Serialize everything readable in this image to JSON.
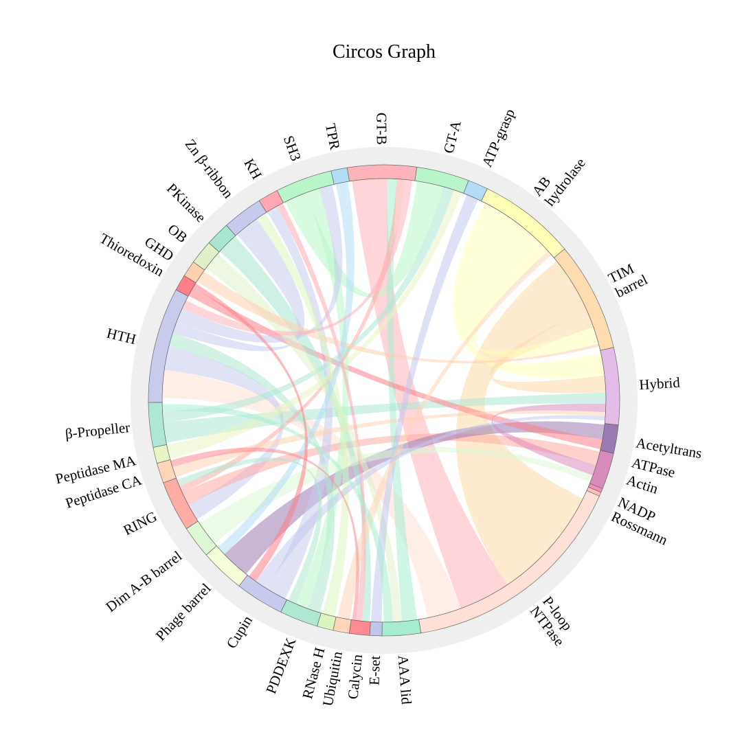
{
  "chart_data": {
    "type": "chord",
    "title": "Circos Graph",
    "segments": [
      {
        "name": "GT-B",
        "start": -9.0,
        "end": 8.0,
        "color": "#ffb3ba"
      },
      {
        "name": "GT-A",
        "start": 8.0,
        "end": 21.0,
        "color": "#b8f5c8"
      },
      {
        "name": "ATP-grasp",
        "start": 21.0,
        "end": 26.0,
        "color": "#b3dcf7"
      },
      {
        "name": "AB hydrolase",
        "start": 26.0,
        "end": 50.0,
        "color": "#ffffb8"
      },
      {
        "name": "TIM barrel",
        "start": 50.0,
        "end": 77.0,
        "color": "#ffdcb0"
      },
      {
        "name": "Hybrid",
        "start": 77.0,
        "end": 96.0,
        "color": "#e4bce8"
      },
      {
        "name": "Acetyltrans",
        "start": 96.0,
        "end": 103.0,
        "color": "#9a7ab0"
      },
      {
        "name": "ATPase",
        "start": 103.0,
        "end": 112.0,
        "color": "#d88cbc"
      },
      {
        "name": "Actin",
        "start": 112.0,
        "end": 113.0,
        "color": "#f08fb8"
      },
      {
        "name": "NADP Rossmann",
        "start": 113.0,
        "end": 114.0,
        "color": "#ffc0c0"
      },
      {
        "name": "P-loop NTPase",
        "start": 114.0,
        "end": 171.0,
        "color": "#ffe0d6"
      },
      {
        "name": "AAA lid",
        "start": 171.0,
        "end": 180.5,
        "color": "#a8ecd0"
      },
      {
        "name": "E-set",
        "start": 180.5,
        "end": 183.5,
        "color": "#c2c6ec"
      },
      {
        "name": "Calycin",
        "start": 183.5,
        "end": 188.5,
        "color": "#ff8a94"
      },
      {
        "name": "Ubiquitin",
        "start": 188.5,
        "end": 192.5,
        "color": "#ffd6b8"
      },
      {
        "name": "RNase H",
        "start": 192.5,
        "end": 196.5,
        "color": "#dcf5c0"
      },
      {
        "name": "PDDEXK",
        "start": 196.5,
        "end": 206.0,
        "color": "#aee8d0"
      },
      {
        "name": "Cupin",
        "start": 206.0,
        "end": 218.0,
        "color": "#c6cbee"
      },
      {
        "name": "Phage barrel",
        "start": 218.0,
        "end": 229.0,
        "color": "#f4fcd8"
      },
      {
        "name": "Dim A-B barrel",
        "start": 229.0,
        "end": 237.0,
        "color": "#dcf8d4"
      },
      {
        "name": "RING",
        "start": 237.0,
        "end": 249.5,
        "color": "#ffaca4"
      },
      {
        "name": "Peptidase CA",
        "start": 249.5,
        "end": 254.5,
        "color": "#ffd4b8"
      },
      {
        "name": "Peptidase MA",
        "start": 254.5,
        "end": 258.5,
        "color": "#e8f4c4"
      },
      {
        "name": "β-Propeller",
        "start": 258.5,
        "end": 269.5,
        "color": "#aee8d4"
      },
      {
        "name": "HTH",
        "start": 269.5,
        "end": 298.0,
        "color": "#c8cbec"
      },
      {
        "name": "Thioredoxin",
        "start": 298.0,
        "end": 302.0,
        "color": "#ff7f88"
      },
      {
        "name": "GHD",
        "start": 302.0,
        "end": 306.0,
        "color": "#ffd0b0"
      },
      {
        "name": "OB",
        "start": 306.0,
        "end": 312.0,
        "color": "#e0f0c8"
      },
      {
        "name": "PKinase",
        "start": 312.0,
        "end": 318.0,
        "color": "#a8e6d0"
      },
      {
        "name": "Zn β-ribbon",
        "start": 318.0,
        "end": 328.0,
        "color": "#c6cbee"
      },
      {
        "name": "KH",
        "start": 328.0,
        "end": 333.0,
        "color": "#ffa8b4"
      },
      {
        "name": "SH3",
        "start": 333.0,
        "end": 347.0,
        "color": "#b8f5c8"
      },
      {
        "name": "TPR",
        "start": 347.0,
        "end": 351.0,
        "color": "#b3dcf7"
      }
    ],
    "links": [
      {
        "source": "TIM barrel",
        "target": "P-loop NTPase",
        "weight": 20,
        "color": "#fbd8a8"
      },
      {
        "source": "GT-B",
        "target": "P-loop NTPase",
        "weight": 9,
        "color": "#ffb3ba"
      },
      {
        "source": "AB hydrolase",
        "target": "Hybrid",
        "weight": 8,
        "color": "#ffffb8"
      },
      {
        "source": "TIM barrel",
        "target": "Hybrid",
        "weight": 6,
        "color": "#fbd8a8"
      },
      {
        "source": "AB hydrolase",
        "target": "TIM barrel",
        "weight": 6,
        "color": "#ffffb8"
      },
      {
        "source": "P-loop NTPase",
        "target": "HTH",
        "weight": 6,
        "color": "#ffe0d6"
      },
      {
        "source": "HTH",
        "target": "RING",
        "weight": 5,
        "color": "#c6cbee"
      },
      {
        "source": "GT-A",
        "target": "SH3",
        "weight": 5,
        "color": "#b8f5c8"
      },
      {
        "source": "β-Propeller",
        "target": "Hybrid",
        "weight": 4,
        "color": "#aee8d4"
      },
      {
        "source": "RING",
        "target": "ATPase",
        "weight": 4,
        "color": "#ffaca4"
      },
      {
        "source": "Acetyltrans",
        "target": "Phage barrel",
        "weight": 3,
        "color": "#9a7ab0"
      },
      {
        "source": "ATPase",
        "target": "Hybrid",
        "weight": 3,
        "color": "#d88cbc"
      },
      {
        "source": "PDDEXK",
        "target": "HTH",
        "weight": 3,
        "color": "#aee8d0"
      },
      {
        "source": "Cupin",
        "target": "KH",
        "weight": 2.5,
        "color": "#c6cbee"
      },
      {
        "source": "AAA lid",
        "target": "GT-B",
        "weight": 2.5,
        "color": "#a8ecd0"
      },
      {
        "source": "Thioredoxin",
        "target": "Acetyltrans",
        "weight": 2,
        "color": "#ff7f88"
      },
      {
        "source": "PKinase",
        "target": "Calycin",
        "weight": 2,
        "color": "#a8e6d0"
      },
      {
        "source": "Zn β-ribbon",
        "target": "HTH",
        "weight": 2.5,
        "color": "#c6cbee"
      },
      {
        "source": "SH3",
        "target": "PDDEXK",
        "weight": 3,
        "color": "#b8f5c8"
      },
      {
        "source": "Dim A-B barrel",
        "target": "ATPase",
        "weight": 2,
        "color": "#dcf8d4"
      },
      {
        "source": "RING",
        "target": "GT-B",
        "weight": 2,
        "color": "#ffaca4"
      },
      {
        "source": "β-Propeller",
        "target": "GT-A",
        "weight": 2,
        "color": "#aee8d4"
      },
      {
        "source": "HTH",
        "target": "SH3",
        "weight": 3,
        "color": "#c6cbee"
      },
      {
        "source": "Peptidase CA",
        "target": "Hybrid",
        "weight": 1.5,
        "color": "#ffd4b8"
      },
      {
        "source": "Peptidase MA",
        "target": "GT-A",
        "weight": 1.5,
        "color": "#e8f4c4"
      },
      {
        "source": "KH",
        "target": "Calycin",
        "weight": 1.5,
        "color": "#ffa8b4"
      },
      {
        "source": "OB",
        "target": "AAA lid",
        "weight": 1.5,
        "color": "#e0f0c8"
      },
      {
        "source": "GHD",
        "target": "TIM barrel",
        "weight": 1,
        "color": "#ffd0b0"
      },
      {
        "source": "E-set",
        "target": "ATP-grasp",
        "weight": 1,
        "color": "#c2c6ec"
      },
      {
        "source": "Ubiquitin",
        "target": "AB hydrolase",
        "weight": 1,
        "color": "#ffd6b8"
      },
      {
        "source": "RNase H",
        "target": "Zn β-ribbon",
        "weight": 1,
        "color": "#dcf5c0"
      },
      {
        "source": "TPR",
        "target": "Phage barrel",
        "weight": 1,
        "color": "#b3dcf7"
      },
      {
        "source": "Cupin",
        "target": "Hybrid",
        "weight": 1.5,
        "color": "#c6cbee"
      },
      {
        "source": "PDDEXK",
        "target": "RING",
        "weight": 2,
        "color": "#aee8d0"
      },
      {
        "source": "Calycin",
        "target": "Peptidase CA",
        "weight": 1,
        "color": "#ff8a94"
      },
      {
        "source": "AAA lid",
        "target": "β-Propeller",
        "weight": 1.5,
        "color": "#a8ecd0"
      },
      {
        "source": "GT-B",
        "target": "HTH",
        "weight": 2,
        "color": "#ffb3ba"
      },
      {
        "source": "Thioredoxin",
        "target": "Cupin",
        "weight": 1,
        "color": "#ff7f88"
      }
    ]
  }
}
